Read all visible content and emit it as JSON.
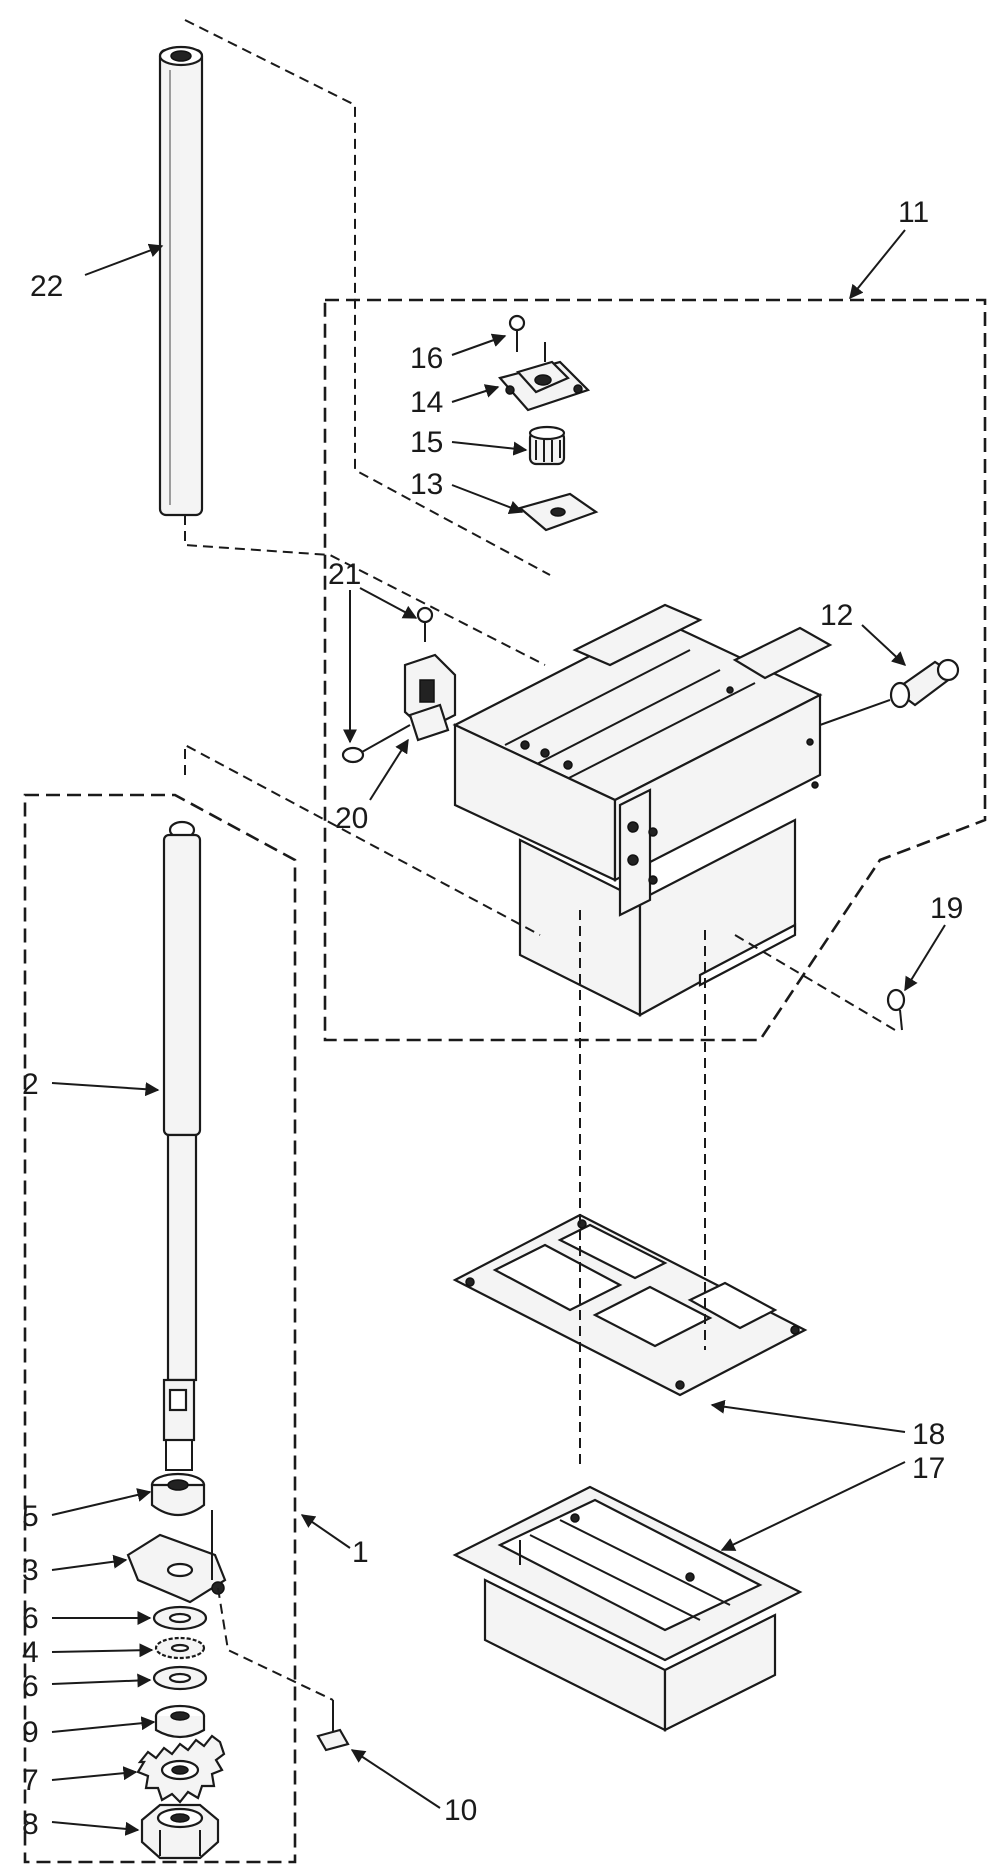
{
  "callouts": {
    "c1": "1",
    "c2": "2",
    "c3": "3",
    "c4": "4",
    "c5": "5",
    "c6a": "6",
    "c6b": "6",
    "c7": "7",
    "c8": "8",
    "c9": "9",
    "c10": "10",
    "c11": "11",
    "c12": "12",
    "c13": "13",
    "c14": "14",
    "c15": "15",
    "c16": "16",
    "c17": "17",
    "c18": "18",
    "c19": "19",
    "c20": "20",
    "c21": "21",
    "c22": "22"
  }
}
